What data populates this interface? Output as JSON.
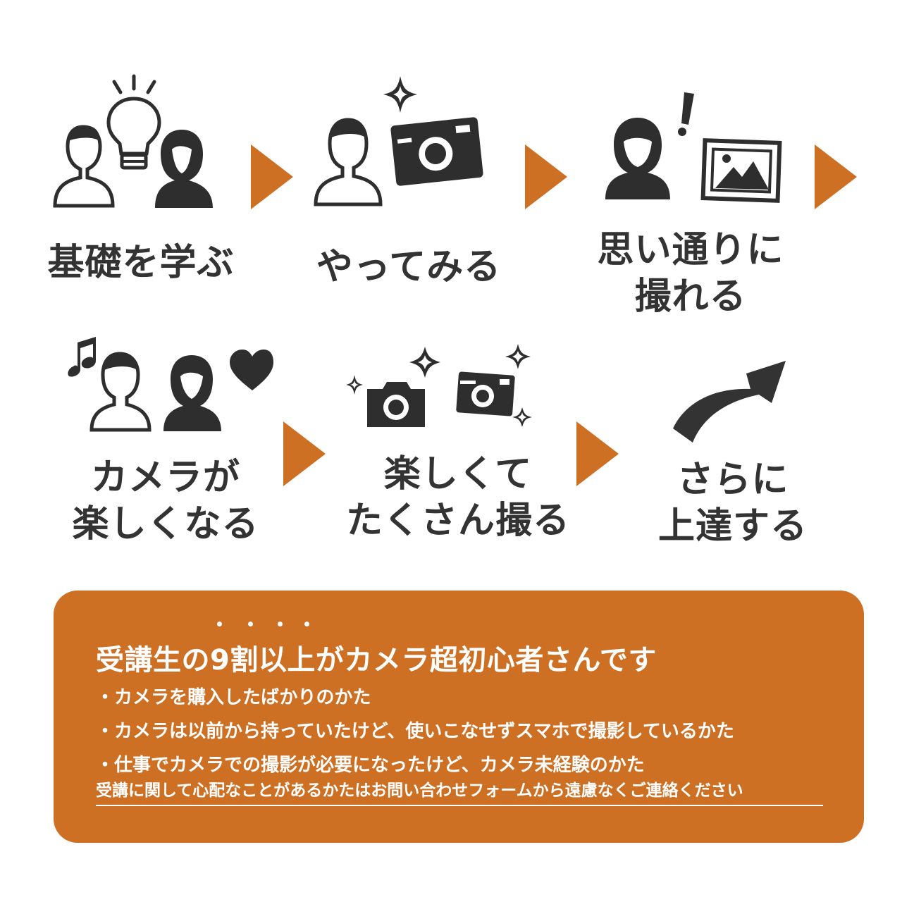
{
  "steps": [
    {
      "id": "learn-basics",
      "lines": [
        "基礎を学ぶ"
      ]
    },
    {
      "id": "try-it",
      "lines": [
        "やってみる"
      ]
    },
    {
      "id": "shoot-as-intended",
      "lines": [
        "思い通りに",
        "撮れる"
      ]
    },
    {
      "id": "camera-becomes-fun",
      "lines": [
        "カメラが",
        "楽しくなる"
      ]
    },
    {
      "id": "enjoy-shooting-lots",
      "lines": [
        "楽しくて",
        "たくさん撮る"
      ]
    },
    {
      "id": "improve-further",
      "lines": [
        "さらに",
        "上達する"
      ]
    }
  ],
  "colors": {
    "accent": "#cd7024",
    "icon": "#2e2e2e",
    "text": "#333333"
  },
  "icons": [
    "people-lightbulb-icon",
    "person-camera-icon",
    "person-picture-icon",
    "people-heart-icon",
    "cameras-sparkle-icon",
    "upward-arrow-icon"
  ],
  "info": {
    "headline": "受講生の9割以上がカメラ超初心者さんです",
    "bullets": [
      "・カメラを購入したばかりのかた",
      "・カメラは以前から持っていたけど、使いこなせずスマホで撮影しているかた",
      "・仕事でカメラでの撮影が必要になったけど、カメラ未経験のかた"
    ],
    "note": "受講に関して心配なことがあるかたはお問い合わせフォームから遠慮なくご連絡ください"
  }
}
